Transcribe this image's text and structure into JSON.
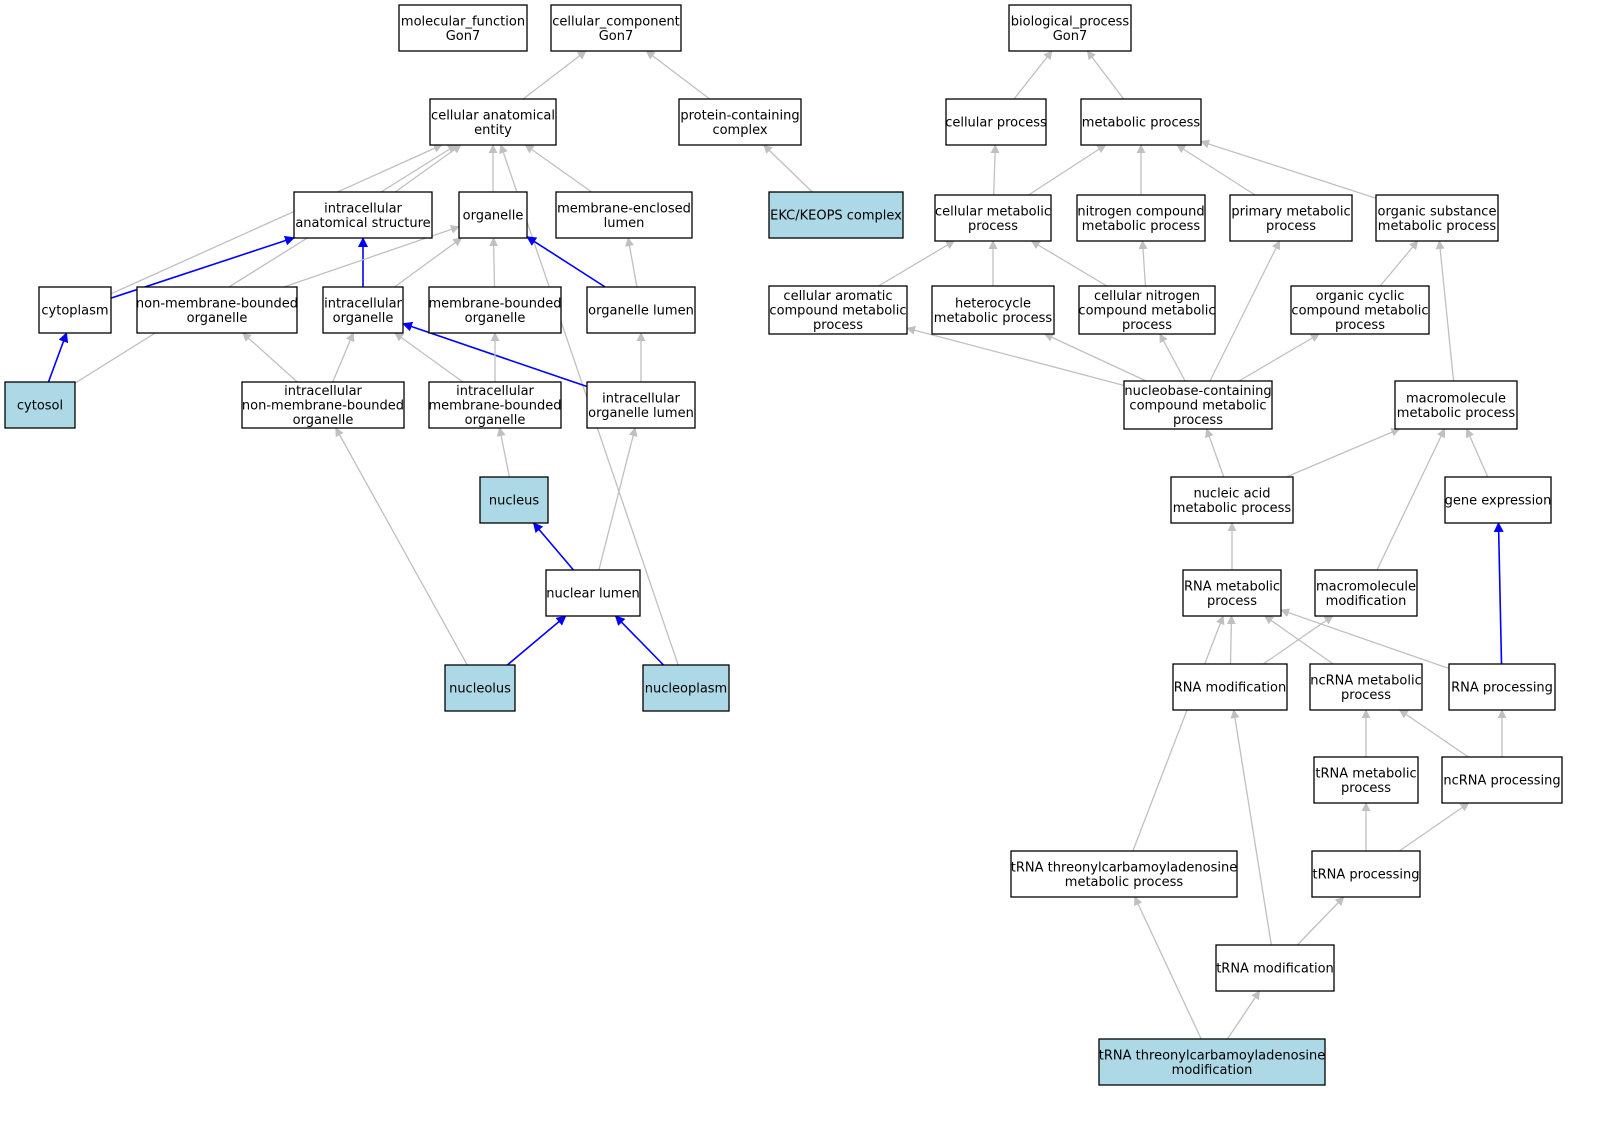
{
  "diagram": {
    "type": "go-term-graph",
    "highlight_color": "#add8e6",
    "node_color": "#ffffff",
    "edge_color_default": "#c0c0c0",
    "edge_color_blue": "#0000ff",
    "nodes": [
      {
        "id": "mf",
        "lines": [
          "molecular_function",
          "Gon7"
        ],
        "highlighted": false
      },
      {
        "id": "cc",
        "lines": [
          "cellular_component",
          "Gon7"
        ],
        "highlighted": false
      },
      {
        "id": "bp",
        "lines": [
          "biological_process",
          "Gon7"
        ],
        "highlighted": false
      },
      {
        "id": "cae",
        "lines": [
          "cellular anatomical",
          "entity"
        ],
        "highlighted": false
      },
      {
        "id": "pcc",
        "lines": [
          "protein-containing",
          "complex"
        ],
        "highlighted": false
      },
      {
        "id": "ias",
        "lines": [
          "intracellular",
          "anatomical structure"
        ],
        "highlighted": false
      },
      {
        "id": "org",
        "lines": [
          "organelle"
        ],
        "highlighted": false
      },
      {
        "id": "mel",
        "lines": [
          "membrane-enclosed",
          "lumen"
        ],
        "highlighted": false
      },
      {
        "id": "ekc",
        "lines": [
          "EKC/KEOPS complex"
        ],
        "highlighted": true
      },
      {
        "id": "cyt",
        "lines": [
          "cytoplasm"
        ],
        "highlighted": false
      },
      {
        "id": "nmbo",
        "lines": [
          "non-membrane-bounded",
          "organelle"
        ],
        "highlighted": false
      },
      {
        "id": "io",
        "lines": [
          "intracellular",
          "organelle"
        ],
        "highlighted": false
      },
      {
        "id": "mbo",
        "lines": [
          "membrane-bounded",
          "organelle"
        ],
        "highlighted": false
      },
      {
        "id": "ol",
        "lines": [
          "organelle lumen"
        ],
        "highlighted": false
      },
      {
        "id": "cytosol",
        "lines": [
          "cytosol"
        ],
        "highlighted": true
      },
      {
        "id": "inmbo",
        "lines": [
          "intracellular",
          "non-membrane-bounded",
          "organelle"
        ],
        "highlighted": false
      },
      {
        "id": "imbo",
        "lines": [
          "intracellular",
          "membrane-bounded",
          "organelle"
        ],
        "highlighted": false
      },
      {
        "id": "iol",
        "lines": [
          "intracellular",
          "organelle lumen"
        ],
        "highlighted": false
      },
      {
        "id": "nucleus",
        "lines": [
          "nucleus"
        ],
        "highlighted": true
      },
      {
        "id": "nl",
        "lines": [
          "nuclear lumen"
        ],
        "highlighted": false
      },
      {
        "id": "nucleolus",
        "lines": [
          "nucleolus"
        ],
        "highlighted": true
      },
      {
        "id": "nucleoplasm",
        "lines": [
          "nucleoplasm"
        ],
        "highlighted": true
      },
      {
        "id": "cp",
        "lines": [
          "cellular process"
        ],
        "highlighted": false
      },
      {
        "id": "mp",
        "lines": [
          "metabolic process"
        ],
        "highlighted": false
      },
      {
        "id": "cmp",
        "lines": [
          "cellular metabolic",
          "process"
        ],
        "highlighted": false
      },
      {
        "id": "ncmp",
        "lines": [
          "nitrogen compound",
          "metabolic process"
        ],
        "highlighted": false
      },
      {
        "id": "pmp",
        "lines": [
          "primary metabolic",
          "process"
        ],
        "highlighted": false
      },
      {
        "id": "osmp",
        "lines": [
          "organic substance",
          "metabolic process"
        ],
        "highlighted": false
      },
      {
        "id": "cacmp",
        "lines": [
          "cellular aromatic",
          "compound metabolic",
          "process"
        ],
        "highlighted": false
      },
      {
        "id": "hmp",
        "lines": [
          "heterocycle",
          "metabolic process"
        ],
        "highlighted": false
      },
      {
        "id": "cncmp",
        "lines": [
          "cellular nitrogen",
          "compound metabolic",
          "process"
        ],
        "highlighted": false
      },
      {
        "id": "occmp",
        "lines": [
          "organic cyclic",
          "compound metabolic",
          "process"
        ],
        "highlighted": false
      },
      {
        "id": "nbccmp",
        "lines": [
          "nucleobase-containing",
          "compound metabolic",
          "process"
        ],
        "highlighted": false
      },
      {
        "id": "mmp",
        "lines": [
          "macromolecule",
          "metabolic process"
        ],
        "highlighted": false
      },
      {
        "id": "namp",
        "lines": [
          "nucleic acid",
          "metabolic process"
        ],
        "highlighted": false
      },
      {
        "id": "ge",
        "lines": [
          "gene expression"
        ],
        "highlighted": false
      },
      {
        "id": "rmp",
        "lines": [
          "RNA metabolic",
          "process"
        ],
        "highlighted": false
      },
      {
        "id": "mm",
        "lines": [
          "macromolecule",
          "modification"
        ],
        "highlighted": false
      },
      {
        "id": "rmod",
        "lines": [
          "RNA modification"
        ],
        "highlighted": false
      },
      {
        "id": "ncrmp",
        "lines": [
          "ncRNA metabolic",
          "process"
        ],
        "highlighted": false
      },
      {
        "id": "rproc",
        "lines": [
          "RNA processing"
        ],
        "highlighted": false
      },
      {
        "id": "trmp",
        "lines": [
          "tRNA metabolic",
          "process"
        ],
        "highlighted": false
      },
      {
        "id": "ncrproc",
        "lines": [
          "ncRNA processing"
        ],
        "highlighted": false
      },
      {
        "id": "ttmp",
        "lines": [
          "tRNA threonylcarbamoyladenosine",
          "metabolic process"
        ],
        "highlighted": false
      },
      {
        "id": "tproc",
        "lines": [
          "tRNA processing"
        ],
        "highlighted": false
      },
      {
        "id": "tmod",
        "lines": [
          "tRNA modification"
        ],
        "highlighted": false
      },
      {
        "id": "ttmod",
        "lines": [
          "tRNA threonylcarbamoyladenosine",
          "modification"
        ],
        "highlighted": true
      }
    ],
    "edges": [
      {
        "from": "cae",
        "to": "cc",
        "color": "gray"
      },
      {
        "from": "pcc",
        "to": "cc",
        "color": "gray"
      },
      {
        "from": "ekc",
        "to": "pcc",
        "color": "gray"
      },
      {
        "from": "ias",
        "to": "cae",
        "color": "gray"
      },
      {
        "from": "org",
        "to": "cae",
        "color": "gray"
      },
      {
        "from": "mel",
        "to": "cae",
        "color": "gray"
      },
      {
        "from": "cyt",
        "to": "cae",
        "color": "gray"
      },
      {
        "from": "cytosol",
        "to": "cae",
        "color": "gray"
      },
      {
        "from": "nucleoplasm",
        "to": "cae",
        "color": "gray"
      },
      {
        "from": "cyt",
        "to": "ias",
        "color": "blue"
      },
      {
        "from": "io",
        "to": "ias",
        "color": "blue"
      },
      {
        "from": "ol",
        "to": "org",
        "color": "blue"
      },
      {
        "from": "nmbo",
        "to": "org",
        "color": "gray"
      },
      {
        "from": "io",
        "to": "org",
        "color": "gray"
      },
      {
        "from": "mbo",
        "to": "org",
        "color": "gray"
      },
      {
        "from": "ol",
        "to": "mel",
        "color": "gray"
      },
      {
        "from": "cytosol",
        "to": "cyt",
        "color": "blue"
      },
      {
        "from": "inmbo",
        "to": "nmbo",
        "color": "gray"
      },
      {
        "from": "inmbo",
        "to": "io",
        "color": "gray"
      },
      {
        "from": "imbo",
        "to": "io",
        "color": "gray"
      },
      {
        "from": "iol",
        "to": "io",
        "color": "blue"
      },
      {
        "from": "imbo",
        "to": "mbo",
        "color": "gray"
      },
      {
        "from": "iol",
        "to": "ol",
        "color": "gray"
      },
      {
        "from": "nucleus",
        "to": "imbo",
        "color": "gray"
      },
      {
        "from": "nl",
        "to": "nucleus",
        "color": "blue"
      },
      {
        "from": "nl",
        "to": "iol",
        "color": "gray"
      },
      {
        "from": "nucleolus",
        "to": "nl",
        "color": "blue"
      },
      {
        "from": "nucleoplasm",
        "to": "nl",
        "color": "blue"
      },
      {
        "from": "nucleolus",
        "to": "inmbo",
        "color": "gray"
      },
      {
        "from": "cp",
        "to": "bp",
        "color": "gray"
      },
      {
        "from": "mp",
        "to": "bp",
        "color": "gray"
      },
      {
        "from": "cmp",
        "to": "cp",
        "color": "gray"
      },
      {
        "from": "cmp",
        "to": "mp",
        "color": "gray"
      },
      {
        "from": "ncmp",
        "to": "mp",
        "color": "gray"
      },
      {
        "from": "pmp",
        "to": "mp",
        "color": "gray"
      },
      {
        "from": "osmp",
        "to": "mp",
        "color": "gray"
      },
      {
        "from": "cacmp",
        "to": "cmp",
        "color": "gray"
      },
      {
        "from": "hmp",
        "to": "cmp",
        "color": "gray"
      },
      {
        "from": "cncmp",
        "to": "cmp",
        "color": "gray"
      },
      {
        "from": "cncmp",
        "to": "ncmp",
        "color": "gray"
      },
      {
        "from": "occmp",
        "to": "osmp",
        "color": "gray"
      },
      {
        "from": "mmp",
        "to": "osmp",
        "color": "gray"
      },
      {
        "from": "nbccmp",
        "to": "cacmp",
        "color": "gray"
      },
      {
        "from": "nbccmp",
        "to": "hmp",
        "color": "gray"
      },
      {
        "from": "nbccmp",
        "to": "cncmp",
        "color": "gray"
      },
      {
        "from": "nbccmp",
        "to": "pmp",
        "color": "gray"
      },
      {
        "from": "nbccmp",
        "to": "occmp",
        "color": "gray"
      },
      {
        "from": "namp",
        "to": "nbccmp",
        "color": "gray"
      },
      {
        "from": "namp",
        "to": "mmp",
        "color": "gray"
      },
      {
        "from": "ge",
        "to": "mmp",
        "color": "gray"
      },
      {
        "from": "mm",
        "to": "mmp",
        "color": "gray"
      },
      {
        "from": "rmp",
        "to": "namp",
        "color": "gray"
      },
      {
        "from": "rproc",
        "to": "ge",
        "color": "blue"
      },
      {
        "from": "rmod",
        "to": "rmp",
        "color": "gray"
      },
      {
        "from": "ncrmp",
        "to": "rmp",
        "color": "gray"
      },
      {
        "from": "rproc",
        "to": "rmp",
        "color": "gray"
      },
      {
        "from": "ttmp",
        "to": "rmp",
        "color": "gray"
      },
      {
        "from": "rmod",
        "to": "mm",
        "color": "gray"
      },
      {
        "from": "trmp",
        "to": "ncrmp",
        "color": "gray"
      },
      {
        "from": "ncrproc",
        "to": "ncrmp",
        "color": "gray"
      },
      {
        "from": "ncrproc",
        "to": "rproc",
        "color": "gray"
      },
      {
        "from": "tproc",
        "to": "trmp",
        "color": "gray"
      },
      {
        "from": "tproc",
        "to": "ncrproc",
        "color": "gray"
      },
      {
        "from": "tmod",
        "to": "rmod",
        "color": "gray"
      },
      {
        "from": "tmod",
        "to": "tproc",
        "color": "gray"
      },
      {
        "from": "ttmod",
        "to": "ttmp",
        "color": "gray"
      },
      {
        "from": "ttmod",
        "to": "tmod",
        "color": "gray"
      }
    ]
  }
}
